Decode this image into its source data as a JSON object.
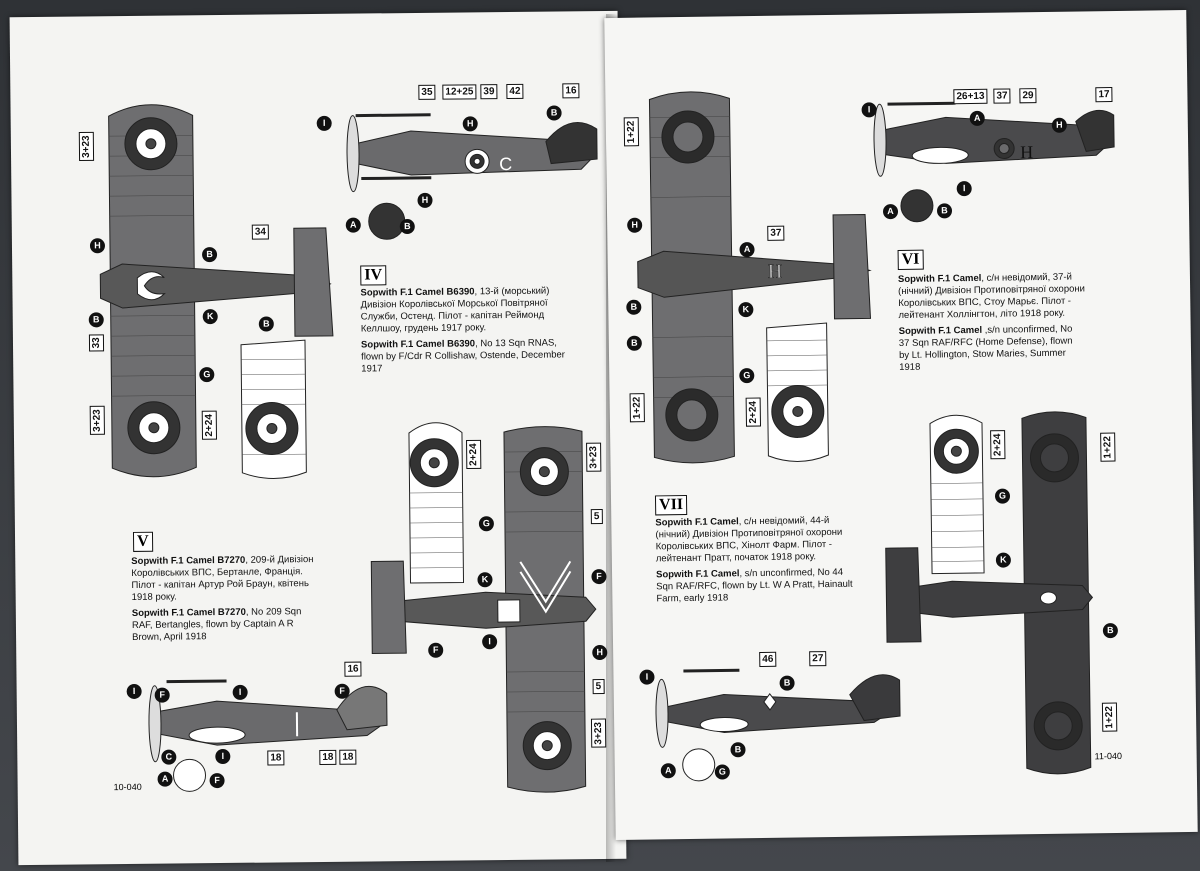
{
  "page_left": {
    "plate_iv": {
      "numeral": "IV",
      "caption_ua_title": "Sopwith F.1 Camel B6390",
      "caption_ua_body": ", 13-й (морський) Дивізіон Королівської Морської Повітряної Служби, Остенд. Пілот - капітан Реймонд Келлшоу, грудень 1917 року.",
      "caption_en_title": "Sopwith F.1 Camel B6390",
      "caption_en_body": ", No 13 Sqn RNAS, flown by F/Cdr R Collishaw, Ostende, December 1917",
      "labels": [
        "3+23",
        "33",
        "3+23",
        "34",
        "2+24",
        "35",
        "12+25",
        "39",
        "42",
        "16"
      ],
      "circles": [
        "H",
        "B",
        "B",
        "K",
        "B",
        "G",
        "I",
        "H",
        "B",
        "H",
        "A",
        "B"
      ]
    },
    "plate_v": {
      "numeral": "V",
      "caption_ua_title": "Sopwith F.1 Camel B7270",
      "caption_ua_body": ", 209-й Дивізіон Королівських ВПС, Бертанле, Франція. Пілот - капітан Артур Рой Браун, квітень 1918 року.",
      "caption_en_title": "Sopwith F.1 Camel B7270",
      "caption_en_body": ", No 209 Sqn RAF, Bertangles, flown by Captain A R Brown, April 1918",
      "labels": [
        "2+24",
        "3+23",
        "5",
        "5",
        "3+23",
        "16",
        "18",
        "18",
        "18"
      ],
      "circles": [
        "G",
        "K",
        "I",
        "F",
        "F",
        "H",
        "F",
        "I",
        "F",
        "I",
        "C",
        "I",
        "A",
        "F"
      ]
    },
    "page_code": "10-040"
  },
  "page_right": {
    "plate_vi": {
      "numeral": "VI",
      "caption_ua_title": "Sopwith F.1 Camel",
      "caption_ua_body": ", с/н невідомий, 37-й (нічний) Дивізіон Протиповітряної охорони Королівських ВПС, Стоу Марьє. Пілот - лейтенант Холлінгтон, літо 1918 року.",
      "caption_en_title": "Sopwith F.1 Camel",
      "caption_en_body": " ,s/n unconfirmed, No 37 Sqn RAF/RFC (Home Defense), flown by Lt. Hollington, Stow Maries, Summer 1918",
      "labels": [
        "1+22",
        "1+22",
        "37",
        "2+24",
        "26+13",
        "37",
        "29",
        "17"
      ],
      "circles": [
        "H",
        "B",
        "B",
        "A",
        "K",
        "G",
        "I",
        "A",
        "H",
        "A",
        "B",
        "I"
      ]
    },
    "plate_vii": {
      "numeral": "VII",
      "caption_ua_title": "Sopwith F.1 Camel",
      "caption_ua_body": ", с/н невідомий, 44-й (нічний) Дивізіон Протиповітряної охорони Королівських ВПС, Хінолт Фарм. Пілот - лейтенант Пратт, початок 1918 року.",
      "caption_en_title": "Sopwith F.1 Camel",
      "caption_en_body": ", s/n unconfirmed, No 44 Sqn RAF/RFC, flown by Lt. W A Pratt, Hainault Farm, early 1918",
      "labels": [
        "2+24",
        "1+22",
        "1+22",
        "46",
        "27"
      ],
      "circles": [
        "G",
        "K",
        "B",
        "I",
        "B",
        "B",
        "A",
        "G"
      ]
    },
    "page_code": "11-040"
  },
  "colors": {
    "paper": "#f4f4f2",
    "aircraft": "#5a5a5c",
    "dark_aircraft": "#3b3b3d",
    "roundel_outer": "#222222"
  }
}
